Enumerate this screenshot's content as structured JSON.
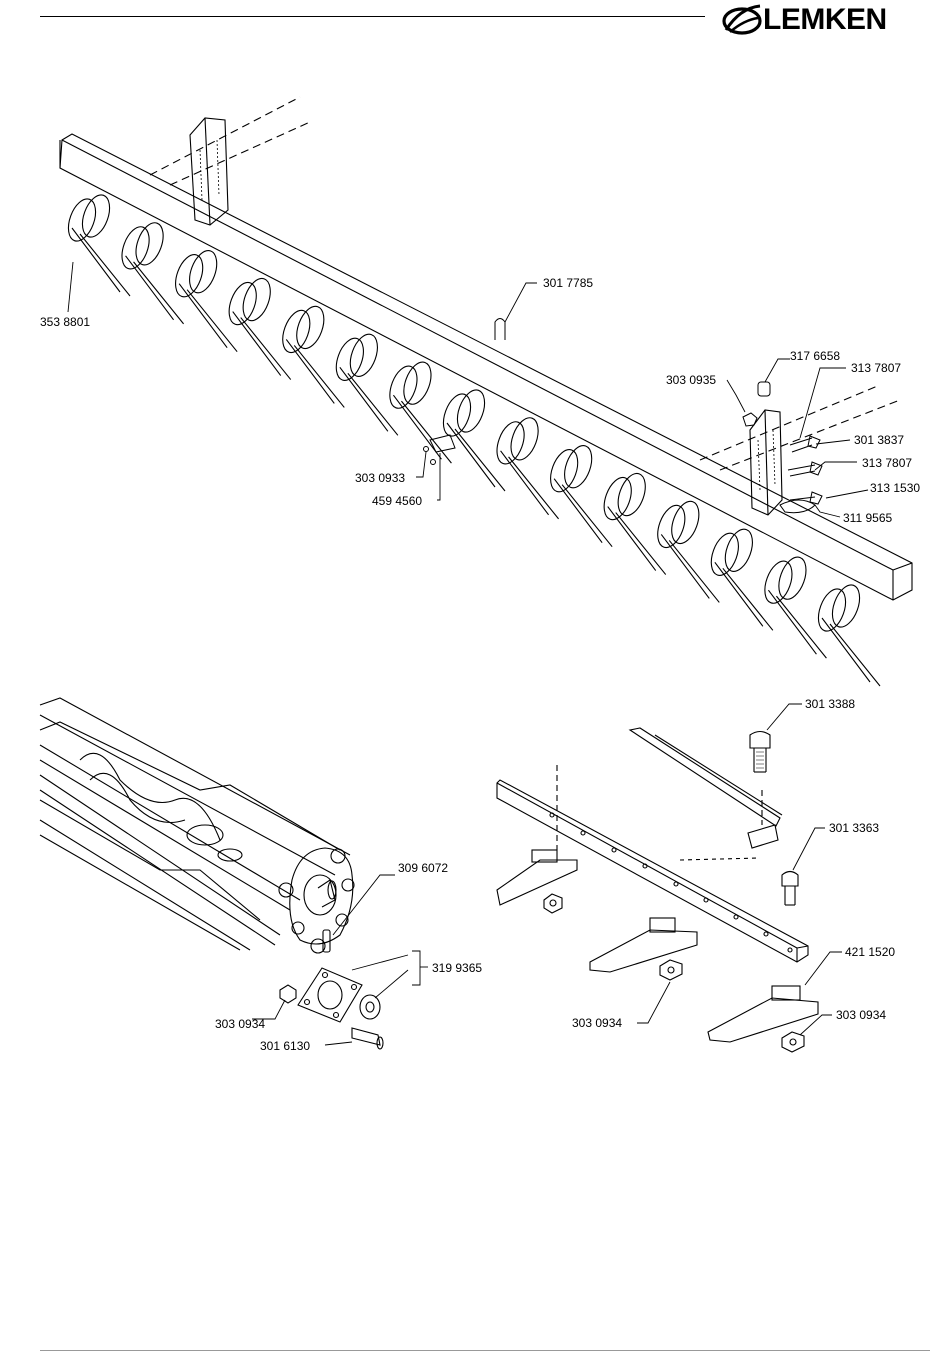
{
  "header": {
    "brand": "LEMKEN"
  },
  "diagram1": {
    "labels": {
      "p3538801": "353 8801",
      "p3017785": "301 7785",
      "p3030935": "303 0935",
      "p3176658": "317 6658",
      "p3137807a": "313 7807",
      "p3013837": "301 3837",
      "p3137807b": "313 7807",
      "p3131530": "313 1530",
      "p3119565": "311 9565",
      "p3030933": "303 0933",
      "p4594560": "459  4560"
    }
  },
  "diagram2": {
    "labels": {
      "p3096072": "309 6072",
      "p3199365": "319 9365",
      "p3030934": "303 0934",
      "p3016130": "301 6130"
    }
  },
  "diagram3": {
    "labels": {
      "p3013388": "301 3388",
      "p3013363": "301 3363",
      "p4211520": "421 1520",
      "p3030934a": "303 0934",
      "p3030934b": "303 0934"
    }
  }
}
